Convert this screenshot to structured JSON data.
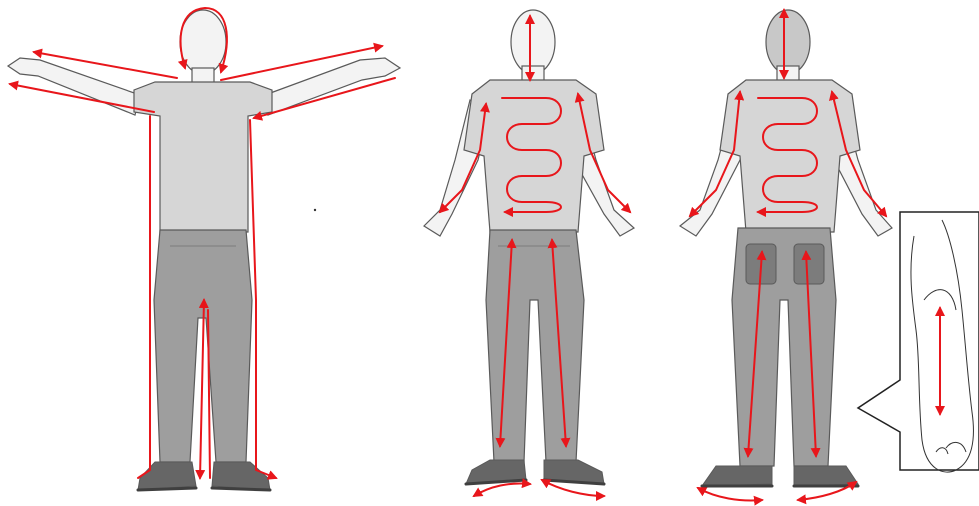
{
  "colors": {
    "arrow": "#e8161b",
    "skin": "#f3f3f3",
    "outline": "#5a5a5a",
    "shirt": "#d6d6d6",
    "shirt_shade": "#bdbdbd",
    "jeans": "#9e9e9e",
    "jeans_dark": "#7c7c7c",
    "shoe": "#666666",
    "shoe_sole": "#3f3f3f",
    "head_back": "#c8c8c8",
    "background": "#ffffff"
  },
  "figures": [
    {
      "id": "front-outline-figure",
      "view": "front",
      "pose": "arms-raised",
      "arrow_pattern": "body-contour"
    },
    {
      "id": "front-scan-figure",
      "view": "front",
      "pose": "arms-down",
      "arrow_pattern": "zigzag-and-limb-lines"
    },
    {
      "id": "back-scan-figure",
      "view": "back",
      "pose": "arms-down",
      "arrow_pattern": "zigzag-and-limb-lines"
    }
  ],
  "inset": {
    "subject": "sole-of-foot",
    "arrow_pattern": "heel-to-toe-line"
  }
}
